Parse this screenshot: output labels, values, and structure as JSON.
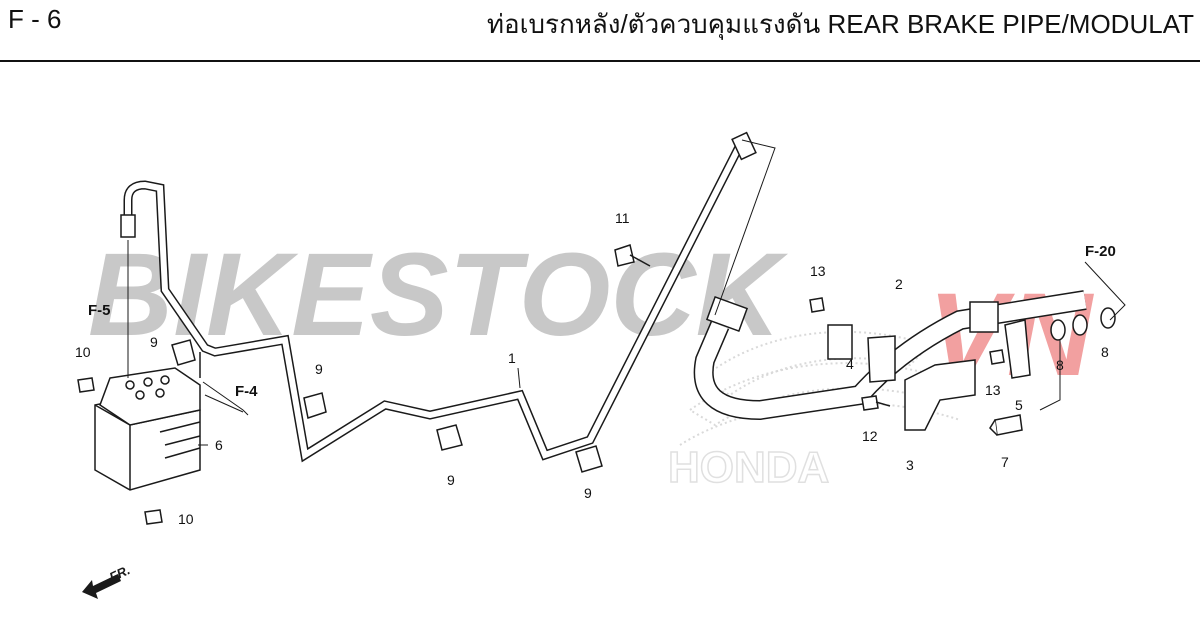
{
  "header": {
    "section_code": "F - 6",
    "title": "ท่อเบรกหลัง/ตัวควบคุมแรงดัน  REAR BRAKE PIPE/MODULAT"
  },
  "watermark": {
    "text_main": "BIKESTOCK",
    "text_accent": "VN",
    "color_main": "#c8c8c8",
    "color_accent": "#f2a0a0"
  },
  "brand_mark": {
    "text": "HONDA",
    "color": "#d8d8d8"
  },
  "references": {
    "f5": "F-5",
    "f4": "F-4",
    "f20": "F-20"
  },
  "direction_marker": "FR.",
  "callouts": {
    "c1": "1",
    "c2": "2",
    "c3": "3",
    "c4": "4",
    "c5": "5",
    "c6": "6",
    "c7": "7",
    "c8a": "8",
    "c8b": "8",
    "c9a": "9",
    "c9b": "9",
    "c9c": "9",
    "c9d": "9",
    "c10a": "10",
    "c10b": "10",
    "c11": "11",
    "c12": "12",
    "c13a": "13",
    "c13b": "13"
  },
  "colors": {
    "line": "#1a1a1a",
    "part_fill": "#ffffff"
  }
}
